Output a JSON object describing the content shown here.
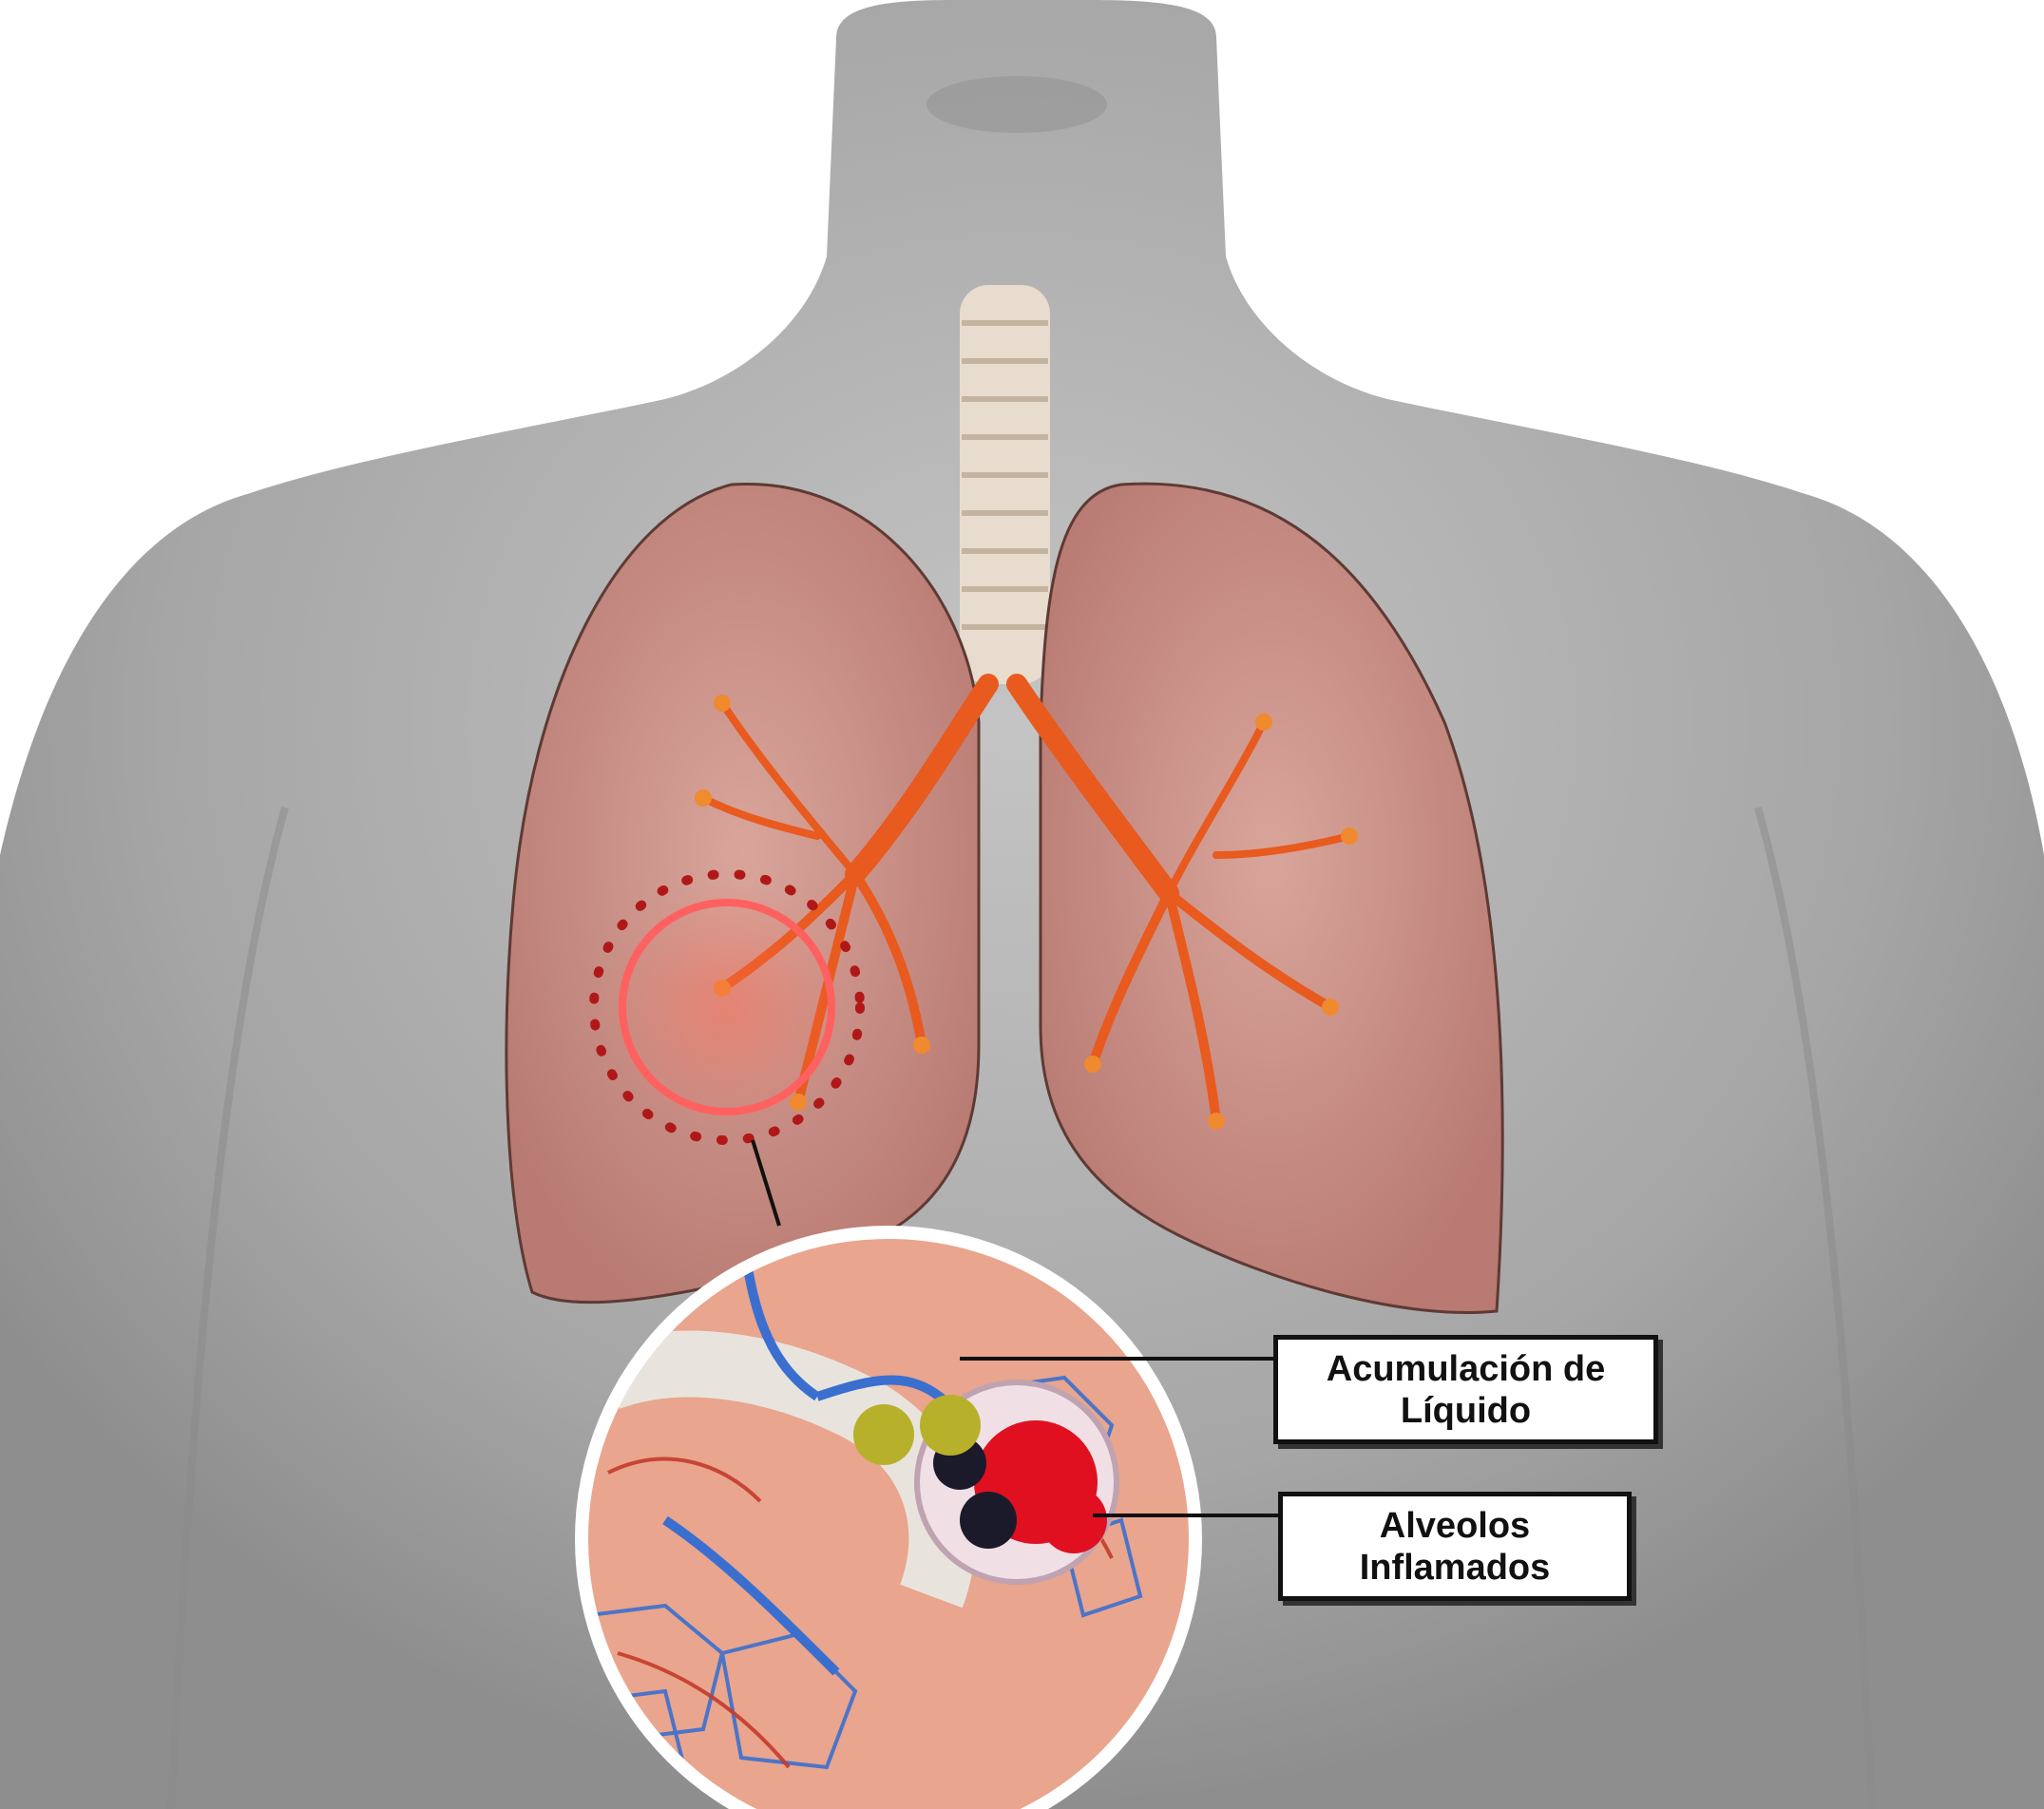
{
  "labels": {
    "fluid_line1": "Acumulación de",
    "fluid_line2": "Líquido",
    "alveoli_line1": "Alveolos",
    "alveoli_line2": "Inflamados"
  },
  "colors": {
    "body": "#a9a9a9",
    "lung": "#c98e86",
    "bronchi": "#e85a1e",
    "alveoli_bg": "#e9a58d",
    "vessel_blue": "#3a6fd0",
    "vessel_red": "#c43a2a",
    "fluid": "#b7b02a",
    "inflamed": "#e01020",
    "highlight": "#ff2a2a"
  },
  "icons": [
    "human-torso-illustration",
    "lungs-illustration",
    "magnified-alveoli-inset"
  ]
}
